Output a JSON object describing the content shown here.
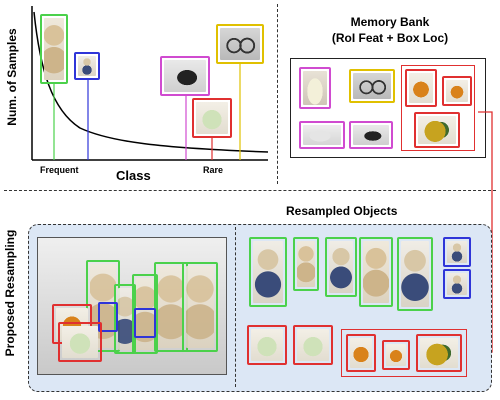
{
  "labels": {
    "y_axis": "Num. of Samples",
    "x_axis": "Class",
    "frequent": "Frequent",
    "rare": "Rare",
    "memory_title_1": "Memory Bank",
    "memory_title_2": "(RoI Feat + Box Loc)",
    "resampled_title": "Resampled Objects",
    "proposed_resampling": "Proposed Resampling"
  },
  "colors": {
    "green": "#4bd14b",
    "blue": "#2f35d8",
    "magenta": "#d04bd0",
    "yellow": "#e0c000",
    "red": "#e03030",
    "panel_bg": "#dce7f5",
    "arrow": "#e03030"
  }
}
